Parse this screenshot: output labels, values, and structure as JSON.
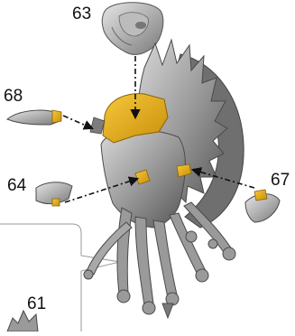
{
  "callouts": {
    "c63": "63",
    "c68": "68",
    "c64": "64",
    "c67": "67",
    "c61": "61"
  },
  "colors": {
    "part_gray": "#8f8f8f",
    "part_gray_light": "#c8c8c8",
    "part_gray_dark": "#5e5e5e",
    "highlight_yellow": "#e8b21c",
    "arrow": "#111111",
    "callout_frame": "#9a9a9a"
  },
  "icons": [
    "arrow-icon"
  ]
}
